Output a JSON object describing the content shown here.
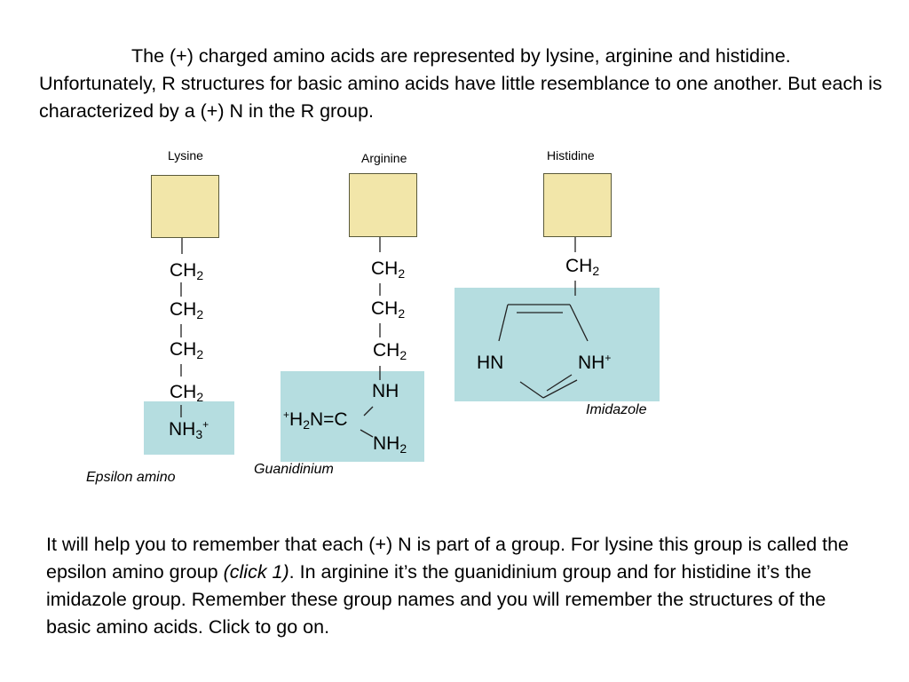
{
  "intro": {
    "text": "The (+) charged amino acids are represented by lysine, arginine and histidine.  Unfortunately, R structures for basic amino acids have little resemblance to one another.  But each is characterized by a (+) N in the R group."
  },
  "lysine": {
    "name": "Lysine",
    "ch": "CH",
    "sub2": "2",
    "nh": "NH",
    "sub3": "3",
    "plus": "+",
    "group_label": "Epsilon amino"
  },
  "arginine": {
    "name": "Arginine",
    "ch": "CH",
    "sub2": "2",
    "nh": "NH",
    "nh2": "NH",
    "plus": "+",
    "h": "H",
    "n_eq_c": "N=C",
    "group_label": "Guanidinium"
  },
  "histidine": {
    "name": "Histidine",
    "ch": "CH",
    "sub2": "2",
    "hn": "HN",
    "nh": "NH",
    "plus": "+",
    "group_label": "Imidazole"
  },
  "footer": {
    "part1": "It will help you to remember that each (+) N is part of a group.  For lysine this group is called the epsilon amino group ",
    "click": "(click 1)",
    "part2": ".  In arginine it’s the guanidinium group and for histidine it’s the imidazole group.  Remember these group names and you will remember the structures of the basic amino acids.  Click to go on."
  },
  "colors": {
    "alpha_carbon_box": "#f2e6a9",
    "group_highlight": "#b5dde0"
  }
}
